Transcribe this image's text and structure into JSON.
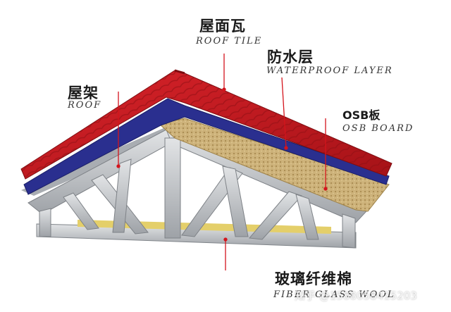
{
  "labels": {
    "roof_tile": {
      "zh": "屋面瓦",
      "en": "ROOF TILE"
    },
    "waterproof_layer": {
      "zh": "防水层",
      "en": "WATERPROOF LAYER"
    },
    "osb_board": {
      "zh": "OSB板",
      "en": "OSB BOARD"
    },
    "roof": {
      "zh": "屋架",
      "en": "ROOF"
    },
    "fiber_glass_wool": {
      "zh": "玻璃纤维棉",
      "en": "FIBER GLASS WOOL"
    }
  },
  "watermark": "知乎 @1588058415203",
  "colors": {
    "tile": "#c8161d",
    "tile_shadow": "#8e0f14",
    "waterproof": "#2a2f8f",
    "osb": "#c9ad74",
    "steel": "#b9bcc0",
    "steel_dark": "#7e8287",
    "wool": "#e4cf6a",
    "leader": "#d4141c"
  }
}
